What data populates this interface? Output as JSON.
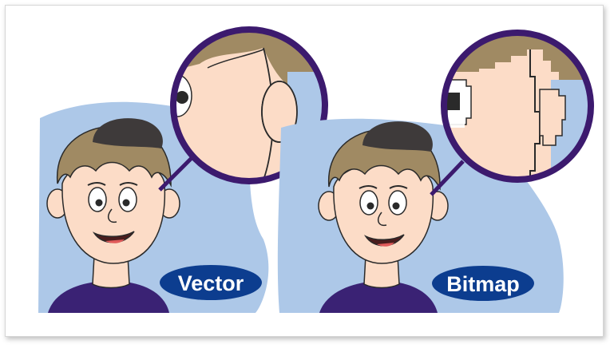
{
  "labels": {
    "vector": "Vector",
    "bitmap": "Bitmap"
  },
  "colors": {
    "background_blob": "#adc8e8",
    "skin": "#fcdcc7",
    "hair": "#a08a63",
    "dark_hair": "#3e3a3a",
    "outline": "#2a2a2a",
    "magnifier_ring": "#3c1a6e",
    "shirt": "#3a2274",
    "label_bg": "#0c3d8f",
    "label_text": "#ffffff"
  },
  "icons": {
    "left_figure": "vector-cartoon-boy",
    "right_figure": "bitmap-cartoon-boy",
    "left_lens": "magnifier-glass-icon",
    "right_lens": "magnifier-glass-icon"
  }
}
